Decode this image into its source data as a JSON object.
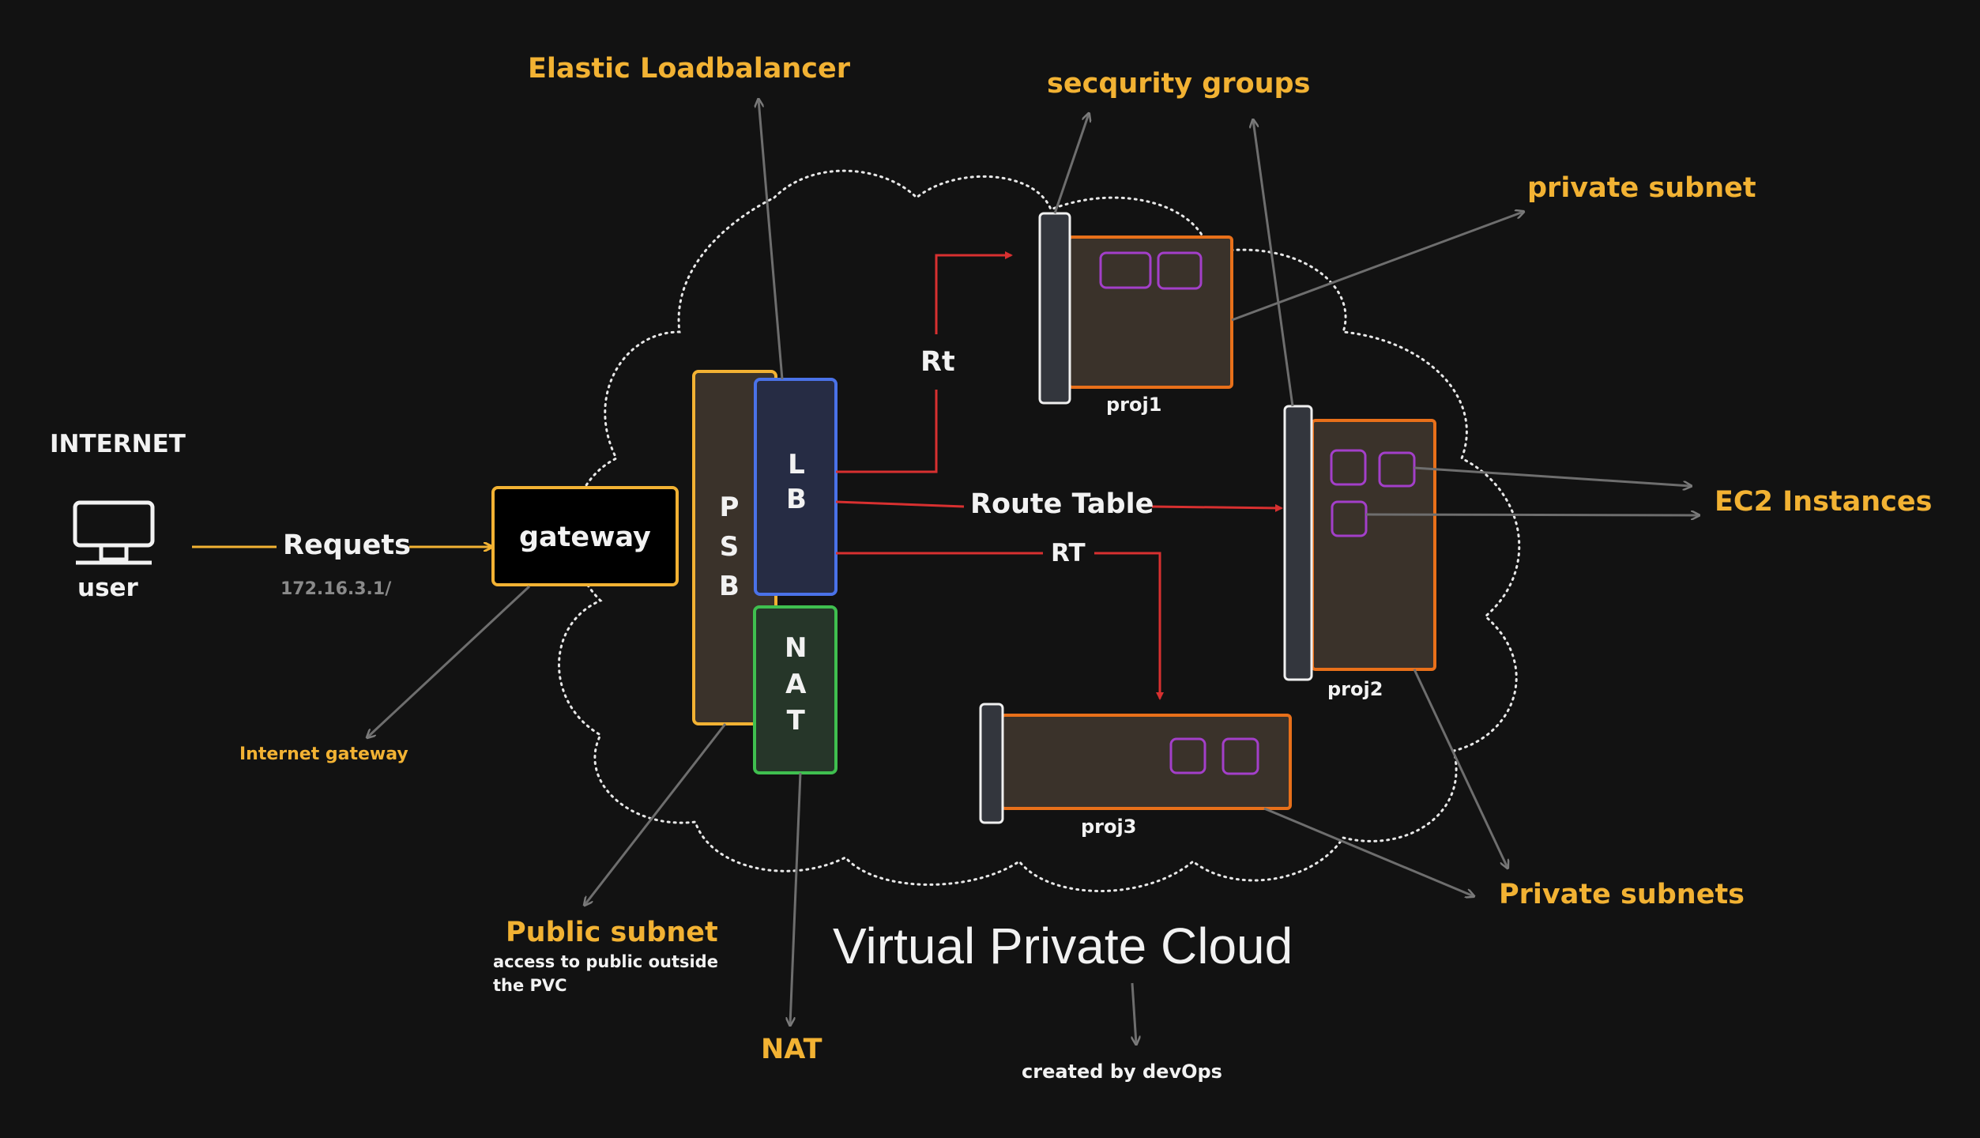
{
  "colors": {
    "background": "#121212",
    "annotation": "#f2b233",
    "gateway_border": "#f2b233",
    "public_subnet_border": "#f2b233",
    "lb_border": "#4a72e8",
    "nat_border": "#3fbf4f",
    "private_subnet_border": "#e8701a",
    "instance_border": "#a33fc9",
    "route_arrow": "#d83030",
    "pointer_arrow": "#6e6e6e"
  },
  "internet": {
    "heading": "INTERNET",
    "user_label": "user",
    "icon": "monitor-icon"
  },
  "request": {
    "label": "Requets",
    "ip": "172.16.3.1/"
  },
  "gateway": {
    "label": "gateway"
  },
  "public_subnet": {
    "letters": [
      "P",
      "S",
      "B"
    ]
  },
  "load_balancer": {
    "letters": [
      "L",
      "B"
    ]
  },
  "nat_box": {
    "letters": [
      "N",
      "A",
      "T"
    ]
  },
  "routes": {
    "rt_upper": "Rt",
    "route_table": "Route Table",
    "rt_lower": "RT"
  },
  "projects": {
    "proj1": "proj1",
    "proj2": "proj2",
    "proj3": "proj3"
  },
  "annotations": {
    "elastic_lb": "Elastic Loadbalancer",
    "security_groups": "secqurity groups",
    "private_subnet": "private subnet",
    "ec2_instances": "EC2 Instances",
    "private_subnets": "Private subnets",
    "internet_gateway": "Internet gateway",
    "public_subnet_title": "Public subnet",
    "public_subnet_note_line1": "access to public outside",
    "public_subnet_note_line2": "the PVC",
    "nat": "NAT",
    "created_by": "created by devOps"
  },
  "vpc_title": "Virtual Private Cloud"
}
